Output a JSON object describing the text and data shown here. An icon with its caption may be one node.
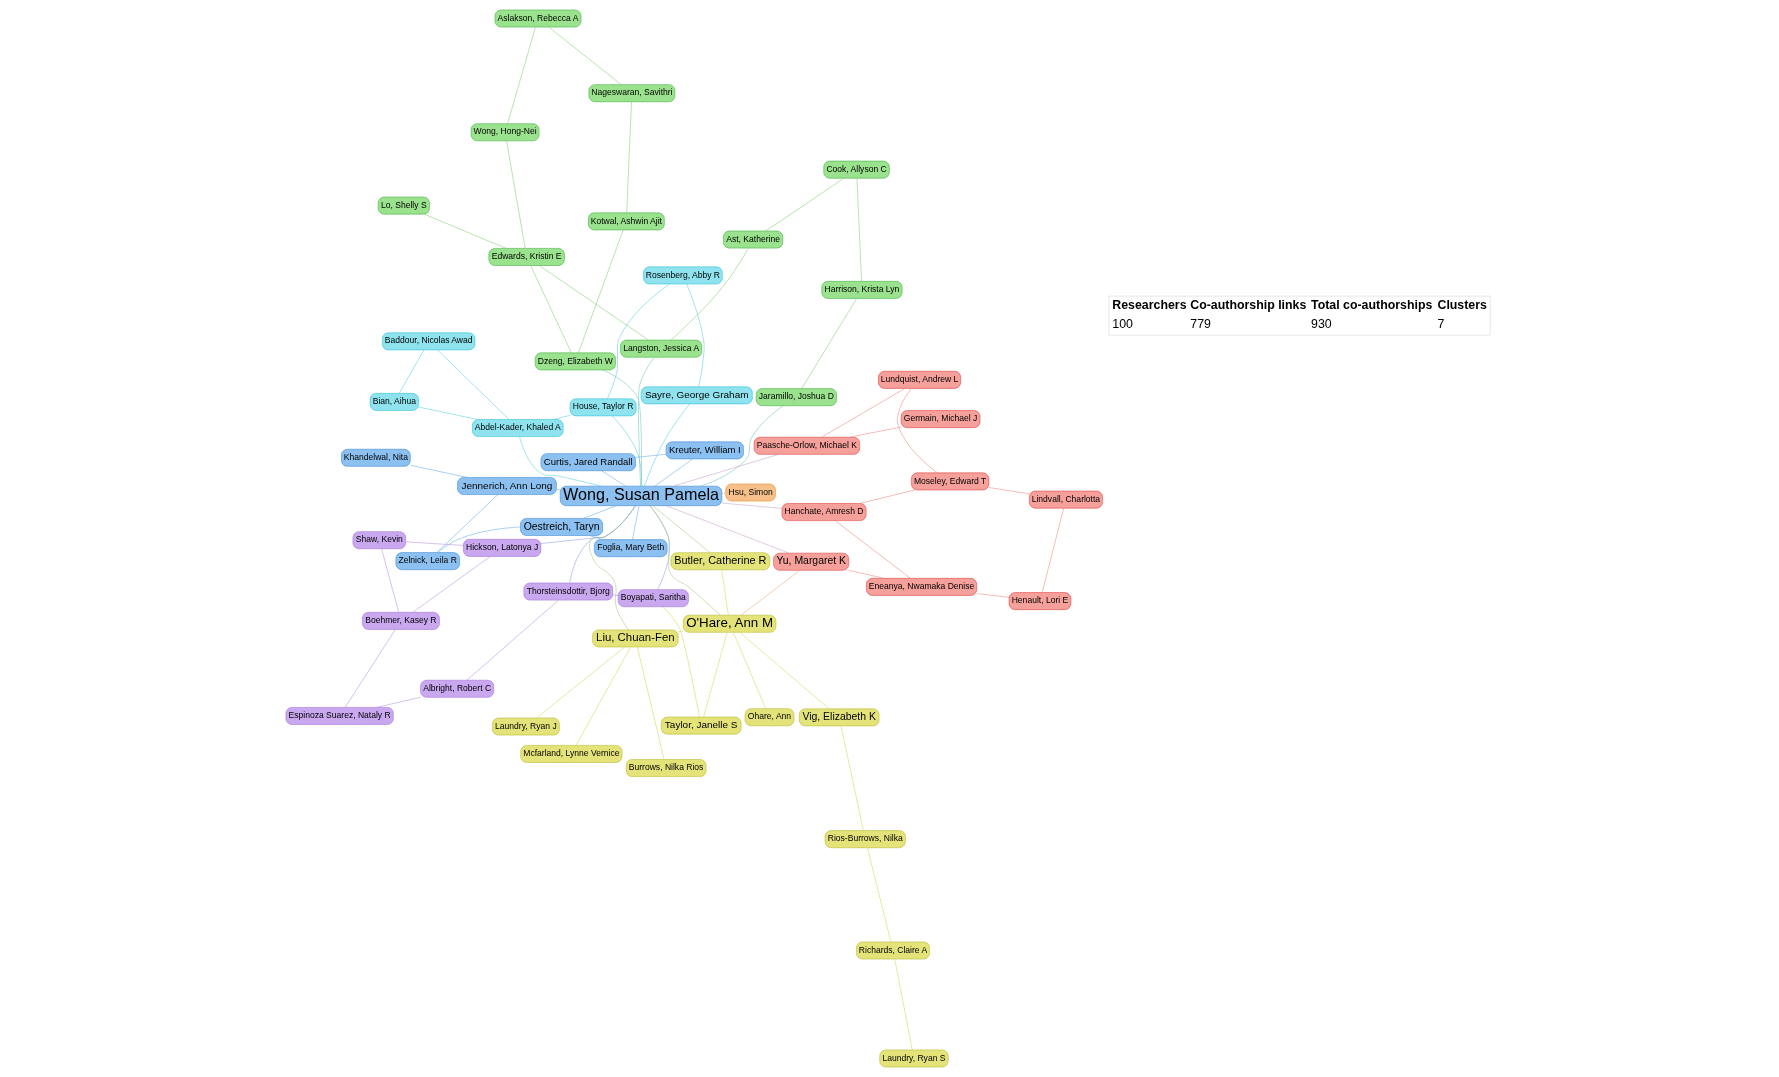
{
  "diagram": {
    "nodes": [
      {
        "text": [
          "Shaw, Kevin"
        ]
      },
      {
        "text": [
          "Hickson, Latonya J"
        ]
      },
      {
        "text": [
          "Boehmer, Kasey R"
        ]
      },
      {
        "text": [
          "Espinoza Suarez, Nataly R"
        ]
      },
      {
        "text": [
          "Albright, Robert C"
        ]
      },
      {
        "text": [
          "Thorsteinsdottir, Bjorg"
        ]
      },
      {
        "text": [
          "Boyapati, Saritha"
        ]
      },
      {
        "text": [
          "Taylor, Janelle S"
        ]
      },
      {
        "text": [
          "Laundry, Ryan S"
        ]
      },
      {
        "text": [
          "Richards, Claire A"
        ]
      },
      {
        "text": [
          "Rios-Burrows, Nilka"
        ]
      },
      {
        "text": [
          "Butler, Catherine R"
        ]
      },
      {
        "text": [
          "Burrows, Nilka Rios"
        ]
      },
      {
        "text": [
          "Vig, Elizabeth K"
        ]
      },
      {
        "text": [
          "Liu, Chuan-Fen"
        ]
      },
      {
        "text": [
          "O'Hare, Ann M"
        ]
      },
      {
        "text": [
          "Ohare, Ann"
        ]
      },
      {
        "text": [
          "Laundry, Ryan J"
        ]
      },
      {
        "text": [
          "Mcfarland, Lynne Vernice"
        ]
      },
      {
        "text": [
          "Baddour, Nicolas Awad"
        ]
      },
      {
        "text": [
          "Bian, Aihua"
        ]
      },
      {
        "text": [
          "Abdel-Kader, Khaled A"
        ]
      },
      {
        "text": [
          "House, Taylor R"
        ]
      },
      {
        "text": [
          "Rosenberg, Abby R"
        ]
      },
      {
        "text": [
          "Sayre, George Graham"
        ]
      },
      {
        "text": [
          "Wong, Susan Pamela"
        ]
      },
      {
        "text": [
          "Kreuter, William I"
        ]
      },
      {
        "text": [
          "Curtis, Jared Randall"
        ]
      },
      {
        "text": [
          "Hsu, Simon"
        ]
      },
      {
        "text": [
          "Foglia, Mary Beth"
        ]
      },
      {
        "text": [
          "Oestreich, Taryn"
        ]
      },
      {
        "text": [
          "Zelnick, Leila R"
        ]
      },
      {
        "text": [
          "Jennerich, Ann Long"
        ]
      },
      {
        "text": [
          "Khandelwal, Nita"
        ]
      },
      {
        "text": [
          "Nageswaran, Savithri"
        ]
      },
      {
        "text": [
          "Kotwal, Ashwin Ajit"
        ]
      },
      {
        "text": [
          "Aslakson, Rebecca A"
        ]
      },
      {
        "text": [
          "Dzeng, Elizabeth W"
        ]
      },
      {
        "text": [
          "Wong, Hong-Nei"
        ]
      },
      {
        "text": [
          "Edwards, Kristin E"
        ]
      },
      {
        "text": [
          "Lo, Shelly S"
        ]
      },
      {
        "text": [
          "Langston, Jessica A"
        ]
      },
      {
        "text": [
          "Ast, Katherine"
        ]
      },
      {
        "text": [
          "Cook, Allyson C"
        ]
      },
      {
        "text": [
          "Harrison, Krista Lyn"
        ]
      },
      {
        "text": [
          "Jaramillo, Joshua D"
        ]
      },
      {
        "text": [
          "Yu, Margaret K"
        ]
      },
      {
        "text": [
          "Henault, Lori E"
        ]
      },
      {
        "text": [
          "Eneanya, Nwamaka Denise"
        ]
      },
      {
        "text": [
          "Hanchate, Amresh D"
        ]
      },
      {
        "text": [
          "Lindvall, Charlotta"
        ]
      },
      {
        "text": [
          "Moseley, Edward T"
        ]
      },
      {
        "text": [
          "Lundquist, Andrew L"
        ]
      },
      {
        "text": [
          "Paasche-Orlow, Michael K"
        ]
      },
      {
        "text": [
          "Germain, Michael J"
        ]
      }
    ],
    "edges": [
      {
        "from": 0,
        "to": 1,
        "arrow": "none",
        "color": "#b892e0"
      },
      {
        "from": 0,
        "to": 2,
        "arrow": "none",
        "color": "#b892e0"
      },
      {
        "from": 1,
        "to": 2,
        "arrow": "none",
        "color": "#b892e0"
      },
      {
        "from": 2,
        "to": 3,
        "arrow": "none",
        "color": "#b892e0"
      },
      {
        "from": 3,
        "to": 4,
        "arrow": "none",
        "color": "#b892e0"
      },
      {
        "from": 4,
        "to": 5,
        "arrow": "none",
        "color": "#b892e0"
      },
      {
        "from": 5,
        "to": 6,
        "arrow": "none",
        "color": "#b892e0"
      },
      {
        "from": 5,
        "to": 25,
        "arrow": "none",
        "color": "#8f9ee8"
      },
      {
        "from": 1,
        "to": 25,
        "arrow": "none",
        "color": "#8f9ee8"
      },
      {
        "from": 6,
        "to": 25,
        "arrow": "none",
        "color": "#8f9ee8"
      },
      {
        "from": 7,
        "to": 15,
        "arrow": "none",
        "color": "#d6d65a"
      },
      {
        "from": 8,
        "to": 9,
        "arrow": "none",
        "color": "#d6d65a"
      },
      {
        "from": 9,
        "to": 10,
        "arrow": "none",
        "color": "#d6d65a"
      },
      {
        "from": 10,
        "to": 13,
        "arrow": "none",
        "color": "#d6d65a"
      },
      {
        "from": 12,
        "to": 14,
        "arrow": "none",
        "color": "#d6d65a"
      },
      {
        "from": 13,
        "to": 15,
        "arrow": "none",
        "color": "#d6d65a"
      },
      {
        "from": 14,
        "to": 15,
        "arrow": "none",
        "color": "#d6d65a"
      },
      {
        "from": 11,
        "to": 15,
        "arrow": "none",
        "color": "#d6d65a"
      },
      {
        "from": 16,
        "to": 15,
        "arrow": "none",
        "color": "#d6d65a"
      },
      {
        "from": 17,
        "to": 14,
        "arrow": "none",
        "color": "#d6d65a"
      },
      {
        "from": 18,
        "to": 14,
        "arrow": "none",
        "color": "#d6d65a"
      },
      {
        "from": 7,
        "to": 6,
        "arrow": "none",
        "color": "#d6d65a"
      },
      {
        "from": 15,
        "to": 25,
        "arrow": "none",
        "color": "#a8c98a"
      },
      {
        "from": 11,
        "to": 25,
        "arrow": "none",
        "color": "#a8c98a"
      },
      {
        "from": 14,
        "to": 25,
        "arrow": "none",
        "color": "#a8c98a"
      },
      {
        "from": 19,
        "to": 20,
        "arrow": "none",
        "color": "#5cd0e0"
      },
      {
        "from": 20,
        "to": 21,
        "arrow": "none",
        "color": "#5cd0e0"
      },
      {
        "from": 19,
        "to": 21,
        "arrow": "none",
        "color": "#5cd0e0"
      },
      {
        "from": 21,
        "to": 22,
        "arrow": "none",
        "color": "#5cd0e0"
      },
      {
        "from": 22,
        "to": 23,
        "arrow": "none",
        "color": "#5cd0e0"
      },
      {
        "from": 23,
        "to": 24,
        "arrow": "none",
        "color": "#5cd0e0"
      },
      {
        "from": 24,
        "to": 25,
        "arrow": "none",
        "color": "#5cd0e0"
      },
      {
        "from": 21,
        "to": 25,
        "arrow": "none",
        "color": "#5cd0e0"
      },
      {
        "from": 22,
        "to": 25,
        "arrow": "none",
        "color": "#5cd0e0"
      },
      {
        "from": 26,
        "to": 25,
        "arrow": "none",
        "color": "#6aaee8"
      },
      {
        "from": 27,
        "to": 25,
        "arrow": "none",
        "color": "#6aaee8"
      },
      {
        "from": 26,
        "to": 27,
        "arrow": "none",
        "color": "#6aaee8"
      },
      {
        "from": 29,
        "to": 25,
        "arrow": "none",
        "color": "#6aaee8"
      },
      {
        "from": 30,
        "to": 25,
        "arrow": "none",
        "color": "#6aaee8"
      },
      {
        "from": 29,
        "to": 30,
        "arrow": "none",
        "color": "#6aaee8"
      },
      {
        "from": 30,
        "to": 31,
        "arrow": "none",
        "color": "#6aaee8"
      },
      {
        "from": 31,
        "to": 32,
        "arrow": "none",
        "color": "#6aaee8"
      },
      {
        "from": 32,
        "to": 33,
        "arrow": "none",
        "color": "#6aaee8"
      },
      {
        "from": 32,
        "to": 25,
        "arrow": "none",
        "color": "#6aaee8"
      },
      {
        "from": 28,
        "to": 25,
        "arrow": "none",
        "color": "#f0b070"
      },
      {
        "from": 34,
        "to": 35,
        "arrow": "none",
        "color": "#80d070"
      },
      {
        "from": 35,
        "to": 37,
        "arrow": "none",
        "color": "#80d070"
      },
      {
        "from": 36,
        "to": 38,
        "arrow": "none",
        "color": "#80d070"
      },
      {
        "from": 38,
        "to": 39,
        "arrow": "none",
        "color": "#80d070"
      },
      {
        "from": 39,
        "to": 40,
        "arrow": "none",
        "color": "#80d070"
      },
      {
        "from": 39,
        "to": 41,
        "arrow": "none",
        "color": "#80d070"
      },
      {
        "from": 41,
        "to": 42,
        "arrow": "none",
        "color": "#80d070"
      },
      {
        "from": 42,
        "to": 43,
        "arrow": "none",
        "color": "#80d070"
      },
      {
        "from": 43,
        "to": 44,
        "arrow": "none",
        "color": "#80d070"
      },
      {
        "from": 44,
        "to": 45,
        "arrow": "none",
        "color": "#80d070"
      },
      {
        "from": 37,
        "to": 39,
        "arrow": "none",
        "color": "#80d070"
      },
      {
        "from": 34,
        "to": 36,
        "arrow": "none",
        "color": "#80d070"
      },
      {
        "from": 37,
        "to": 25,
        "arrow": "none",
        "color": "#70c8b8"
      },
      {
        "from": 41,
        "to": 25,
        "arrow": "none",
        "color": "#70c8b8"
      },
      {
        "from": 45,
        "to": 25,
        "arrow": "none",
        "color": "#70c8b8"
      },
      {
        "from": 46,
        "to": 48,
        "arrow": "none",
        "color": "#f08a80"
      },
      {
        "from": 47,
        "to": 48,
        "arrow": "none",
        "color": "#f08a80"
      },
      {
        "from": 48,
        "to": 49,
        "arrow": "none",
        "color": "#f08a80"
      },
      {
        "from": 47,
        "to": 50,
        "arrow": "none",
        "color": "#f08a80"
      },
      {
        "from": 50,
        "to": 51,
        "arrow": "none",
        "color": "#f08a80"
      },
      {
        "from": 51,
        "to": 52,
        "arrow": "none",
        "color": "#f08a80"
      },
      {
        "from": 52,
        "to": 53,
        "arrow": "none",
        "color": "#f08a80"
      },
      {
        "from": 53,
        "to": 54,
        "arrow": "none",
        "color": "#f08a80"
      },
      {
        "from": 49,
        "to": 51,
        "arrow": "none",
        "color": "#f08a80"
      },
      {
        "from": 46,
        "to": 15,
        "arrow": "none",
        "color": "#f0a878"
      },
      {
        "from": 46,
        "to": 25,
        "arrow": "none",
        "color": "#c8a0c8"
      },
      {
        "from": 49,
        "to": 25,
        "arrow": "none",
        "color": "#c8a0c8"
      },
      {
        "from": 53,
        "to": 25,
        "arrow": "none",
        "color": "#c8a0c8"
      }
    ],
    "labels": [
      "Researchers",
      "Co-authorship links",
      "Total co-authorships",
      "Clusters",
      "100",
      "779",
      "930",
      "7"
    ]
  }
}
